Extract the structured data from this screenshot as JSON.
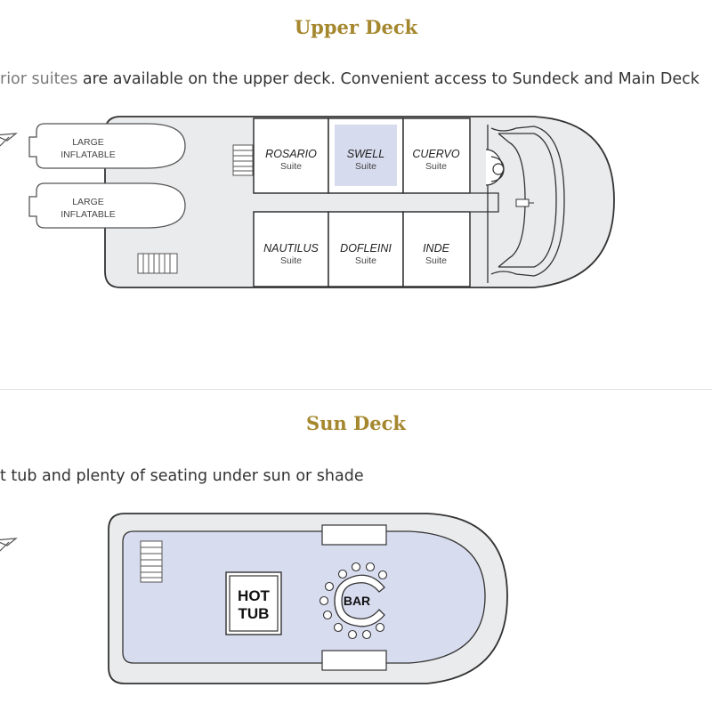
{
  "upper_deck": {
    "title": "Upper Deck",
    "description_partial": "rior suites",
    "description_rest": " are available on the upper deck. Convenient access to Sundeck and Main Deck",
    "inflatables": [
      {
        "line1": "LARGE",
        "line2": "INFLATABLE"
      },
      {
        "line1": "LARGE",
        "line2": "INFLATABLE"
      }
    ],
    "suites": [
      {
        "name": "ROSARIO",
        "type": "Suite",
        "highlighted": false
      },
      {
        "name": "SWELL",
        "type": "Suite",
        "highlighted": true
      },
      {
        "name": "CUERVO",
        "type": "Suite",
        "highlighted": false
      },
      {
        "name": "NAUTILUS",
        "type": "Suite",
        "highlighted": false
      },
      {
        "name": "DOFLEINI",
        "type": "Suite",
        "highlighted": false
      },
      {
        "name": "INDE",
        "type": "Suite",
        "highlighted": false
      }
    ]
  },
  "sun_deck": {
    "title": "Sun Deck",
    "description": "t tub and plenty of seating under sun or shade",
    "hot_tub": {
      "line1": "HOT",
      "line2": "TUB"
    },
    "bar": "BAR"
  },
  "colors": {
    "heading": "#a5872e",
    "highlight": "#d7dbee",
    "deck_fill": "#eaebec",
    "sun_deck_fill": "#d8dcef",
    "line": "#333333"
  }
}
